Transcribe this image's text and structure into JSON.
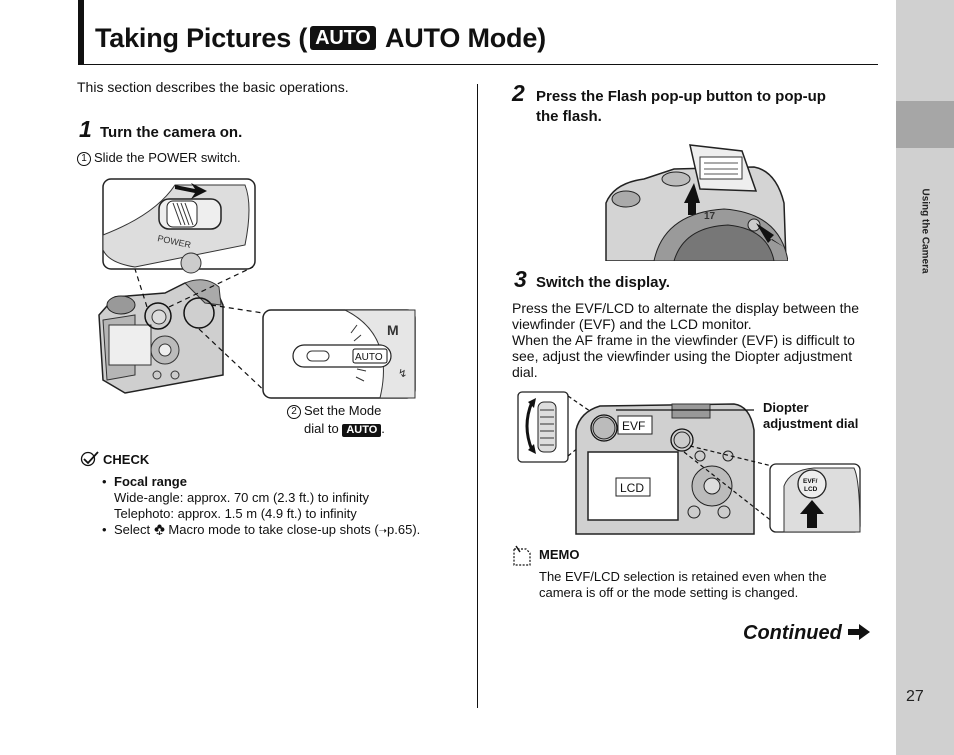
{
  "header": {
    "title_before": "Taking Pictures (",
    "title_badge": "AUTO",
    "title_after": " AUTO Mode)"
  },
  "sidebar": {
    "section_label": "Using the Camera",
    "page_number": "27"
  },
  "left_column": {
    "intro": "This section describes the basic operations.",
    "step1": {
      "number": "1",
      "heading": "Turn the camera on.",
      "sub1_num": "1",
      "sub1_text": "Slide the POWER switch.",
      "power_label": "POWER",
      "dial_badge": "AUTO",
      "sub2_num": "2",
      "sub2_text_a": "Set the Mode",
      "sub2_text_b": "dial to",
      "sub2_badge": "AUTO",
      "sub2_end": "."
    },
    "check": {
      "label": "CHECK",
      "focal_title": "Focal range",
      "wide": "Wide-angle: approx. 70 cm (2.3 ft.) to infinity",
      "tele": "Telephoto: approx. 1.5 m (4.9 ft.) to infinity",
      "macro_prefix": "Select",
      "macro_text": "Macro mode to take close-up shots (",
      "macro_arrow": "➝",
      "macro_ref": "p.65)."
    }
  },
  "right_column": {
    "step2": {
      "number": "2",
      "heading_line1": "Press the Flash pop-up button to pop-up",
      "heading_line2": "the flash."
    },
    "step3": {
      "number": "3",
      "heading": "Switch the display.",
      "p1_l1": "Press the EVF/LCD to alternate the display between the",
      "p1_l2": "viewfinder (EVF) and the LCD monitor.",
      "p2_l1": "When the AF frame in the viewfinder (EVF) is difficult to",
      "p2_l2": "see, adjust the viewfinder using the Diopter adjustment",
      "p2_l3": "dial."
    },
    "diagram": {
      "evf_label": "EVF",
      "lcd_label": "LCD",
      "diopter_l1": "Diopter",
      "diopter_l2": "adjustment dial",
      "button_l1": "EVF/",
      "button_l2": "LCD"
    },
    "memo": {
      "label": "MEMO",
      "text_l1": "The EVF/LCD selection is retained even when the",
      "text_l2": "camera is off or the mode setting is changed."
    },
    "continued": "Continued"
  }
}
